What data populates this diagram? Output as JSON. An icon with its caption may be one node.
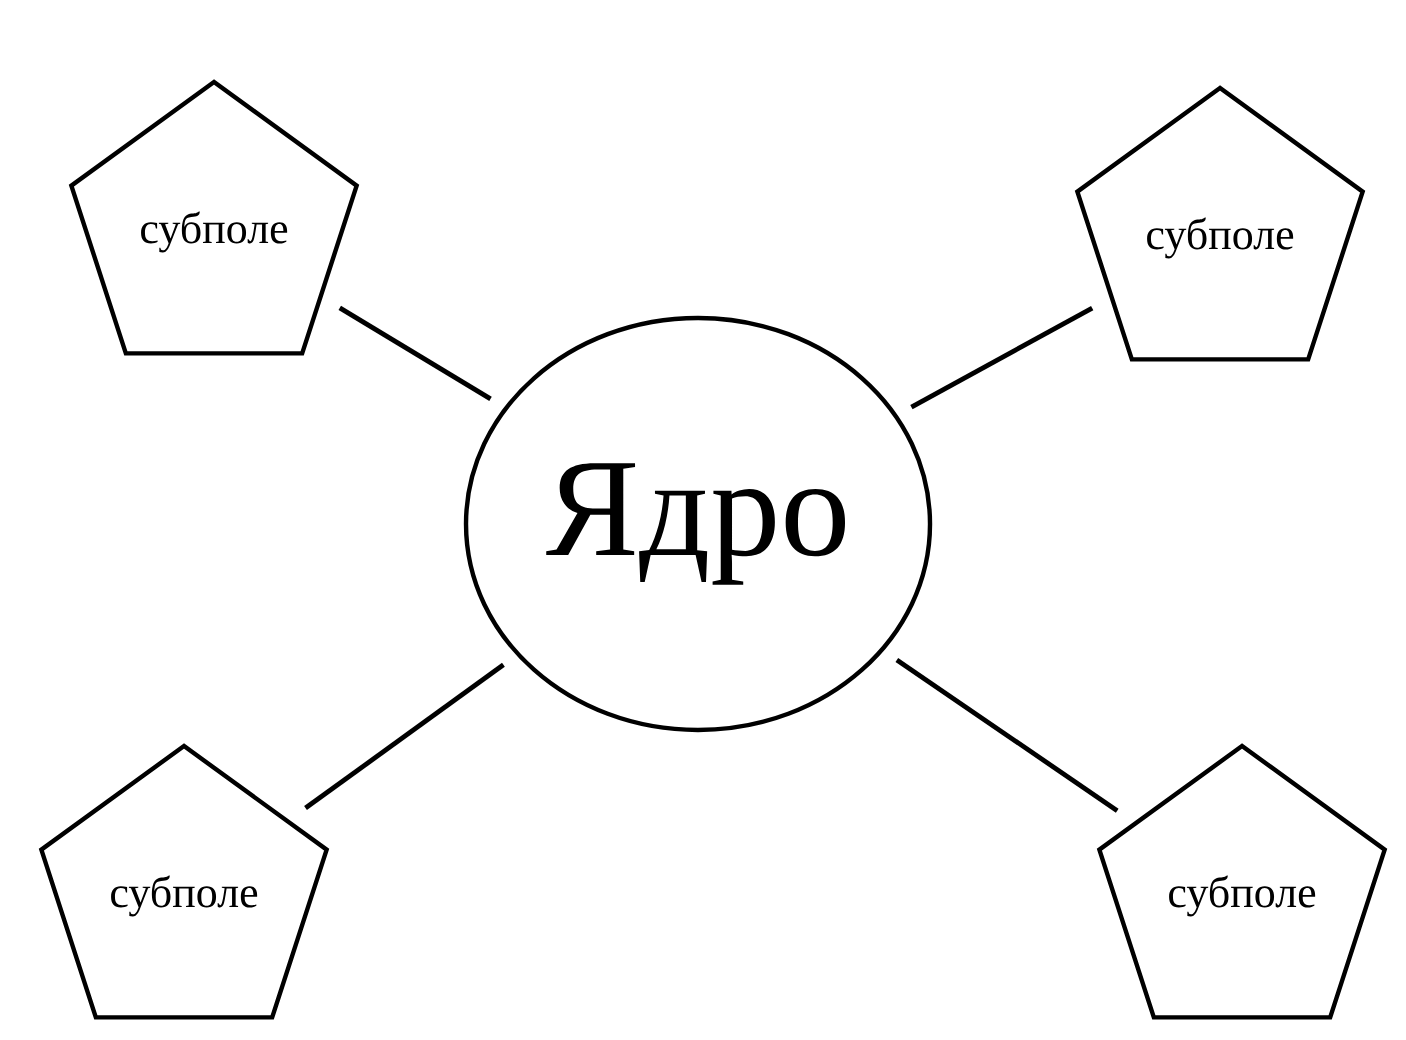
{
  "diagram": {
    "nodes": [
      {
        "text": [
          "Ядро"
        ]
      },
      {
        "text": [
          "субполе"
        ]
      },
      {
        "text": [
          "субполе"
        ]
      },
      {
        "text": [
          "субполе"
        ]
      },
      {
        "text": [
          "субполе"
        ]
      }
    ],
    "edges": [
      {
        "from": 0,
        "to": 1,
        "arrow": "none"
      },
      {
        "from": 0,
        "to": 2,
        "arrow": "none"
      },
      {
        "from": 0,
        "to": 3,
        "arrow": "none"
      },
      {
        "from": 0,
        "to": 4,
        "arrow": "none"
      }
    ]
  }
}
